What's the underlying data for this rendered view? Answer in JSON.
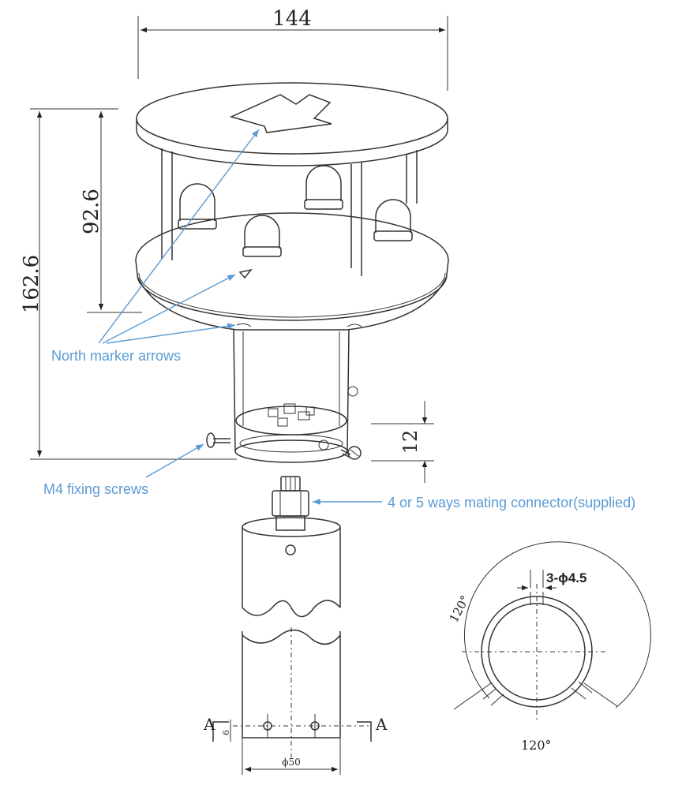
{
  "dimensions": {
    "top_width": "144",
    "total_height": "162.6",
    "upper_height": "92.6",
    "connector_depth": "12",
    "hole_spec": "3-ϕ4.5",
    "angle_top": "120°",
    "angle_bottom": "120°",
    "pipe_diameter": "ϕ50",
    "hole_offset": "6"
  },
  "section_labels": {
    "left": "A",
    "right": "A"
  },
  "annotations": {
    "north": "North marker arrows",
    "screws": "M4 fixing screws",
    "connector": "4 or 5 ways mating connector(supplied)"
  },
  "colors": {
    "annotation": "#5b9bd5",
    "line": "#333333"
  }
}
